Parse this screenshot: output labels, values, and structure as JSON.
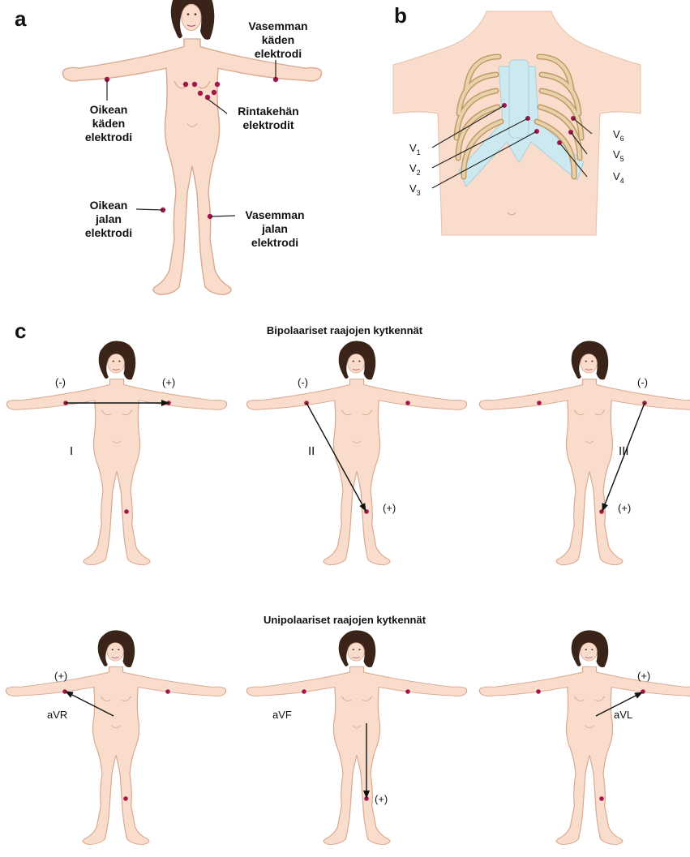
{
  "panels": {
    "a": {
      "letter": "a",
      "labels": {
        "left_arm": [
          "Vasemman",
          "käden",
          "elektrodi"
        ],
        "right_arm": [
          "Oikean",
          "käden",
          "elektrodi"
        ],
        "chest": [
          "Rintakehän",
          "elektrodit"
        ],
        "right_leg": [
          "Oikean",
          "jalan",
          "elektrodi"
        ],
        "left_leg": [
          "Vasemman",
          "jalan",
          "elektrodi"
        ]
      }
    },
    "b": {
      "letter": "b",
      "leads": [
        {
          "main": "V",
          "sub": "1"
        },
        {
          "main": "V",
          "sub": "2"
        },
        {
          "main": "V",
          "sub": "3"
        },
        {
          "main": "V",
          "sub": "4"
        },
        {
          "main": "V",
          "sub": "5"
        },
        {
          "main": "V",
          "sub": "6"
        }
      ]
    },
    "c": {
      "letter": "c",
      "bipolar_title": "Bipolaariset raajojen kytkennät",
      "unipolar_title": "Unipolaariset raajojen kytkennät",
      "bipolar_leads": [
        {
          "name": "I",
          "neg": "(-)",
          "pos": "(+)"
        },
        {
          "name": "II",
          "neg": "(-)",
          "pos": "(+)"
        },
        {
          "name": "III",
          "neg": "(-)",
          "pos": "(+)"
        }
      ],
      "unipolar_leads": [
        {
          "name": "aVR",
          "pos": "(+)"
        },
        {
          "name": "aVF",
          "pos": "(+)"
        },
        {
          "name": "aVL",
          "pos": "(+)"
        }
      ]
    }
  },
  "colors": {
    "skin": "#f9dccb",
    "skin_outline": "#d9a88e",
    "hair": "#3a2318",
    "electrode": "#a3174a",
    "rib": "#d9b98c",
    "cartilage": "#cde9f0"
  }
}
